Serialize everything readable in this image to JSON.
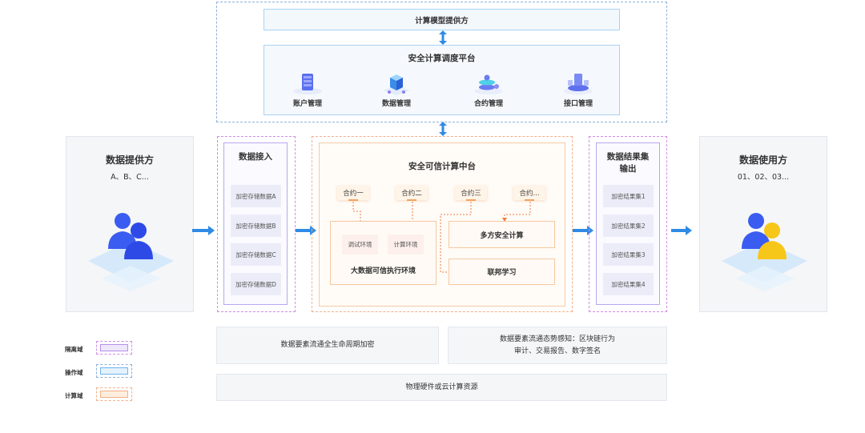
{
  "top": {
    "model_provider": "计算模型提供方",
    "scheduler": {
      "title": "安全计算调度平台",
      "modules": [
        {
          "label": "账户管理",
          "icon": "account-server-icon"
        },
        {
          "label": "数据管理",
          "icon": "data-cube-icon"
        },
        {
          "label": "合约管理",
          "icon": "contract-stack-icon"
        },
        {
          "label": "接口管理",
          "icon": "interface-platform-icon"
        }
      ]
    }
  },
  "data_provider": {
    "title": "数据提供方",
    "subtitle": "A、B、C...",
    "icon": "users-blue-icon"
  },
  "data_access": {
    "title": "数据接入",
    "items": [
      "加密存储数据A",
      "加密存储数据B",
      "加密存储数据C",
      "加密存储数据D"
    ]
  },
  "compute_platform": {
    "title": "安全可信计算中台",
    "contracts": [
      "合约一",
      "合约二",
      "合约三",
      "合约..."
    ],
    "bigdata_env": {
      "title": "大数据可信执行环境",
      "envs": [
        "调试环境",
        "计算环境"
      ]
    },
    "mpc": "多方安全计算",
    "federated": "联邦学习"
  },
  "result_output": {
    "title_line1": "数据结果集",
    "title_line2": "输出",
    "items": [
      "加密结果集1",
      "加密结果集2",
      "加密结果集3",
      "加密结果集4"
    ]
  },
  "data_user": {
    "title": "数据使用方",
    "subtitle": "01、02、03...",
    "icon": "users-blue-yellow-icon"
  },
  "bottom": {
    "lifecycle": "数据要素流通全生命周期加密",
    "awareness_line1": "数据要素流通态势感知：区块链行为",
    "awareness_line2": "审计、交易报告、数字签名",
    "infrastructure": "物理硬件或云计算资源"
  },
  "legend": [
    {
      "label": "隔离域",
      "color": "#b48ee8"
    },
    {
      "label": "操作域",
      "color": "#6fb3ee"
    },
    {
      "label": "计算域",
      "color": "#f4b084"
    }
  ],
  "colors": {
    "arrow": "#2f8ae6",
    "isolation": "#b9a7ee",
    "operation": "#a9d2f5",
    "compute": "#f6cba3",
    "dotted_line": "#f07b3f"
  }
}
